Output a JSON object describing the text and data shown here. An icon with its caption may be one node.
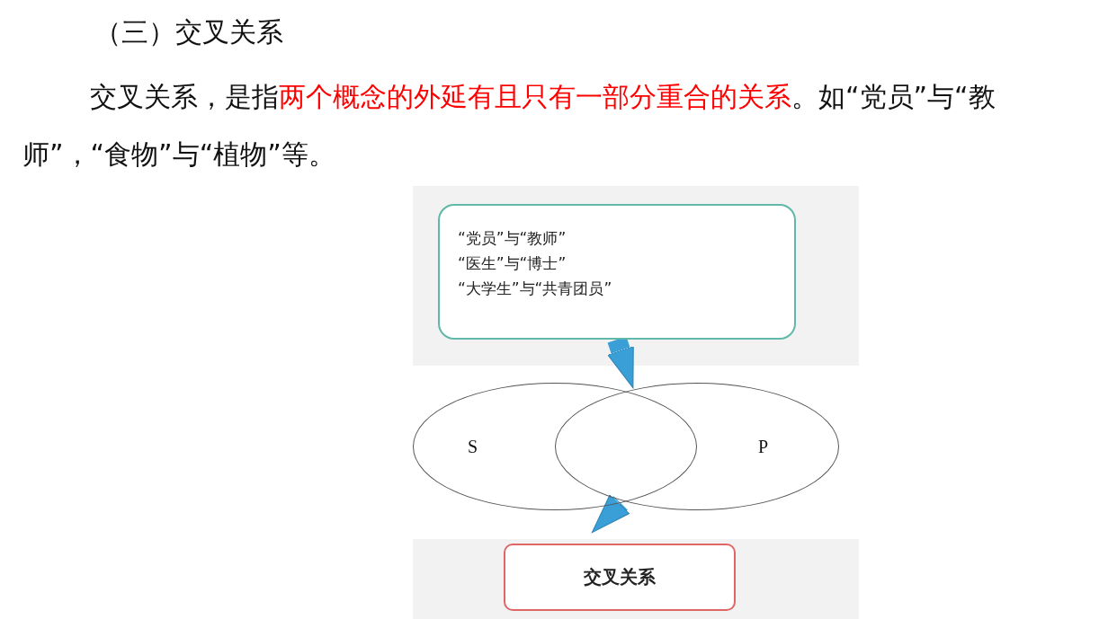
{
  "diagram": {
    "title": "（三）交叉关系",
    "nodes": [
      {
        "text": [
          "“党员”与“教师”",
          "“医生”与“博士”",
          "“大学生”与“共青团员”"
        ]
      },
      {
        "text": [
          "S"
        ]
      },
      {
        "text": [
          "P"
        ]
      },
      {
        "text": [
          "交叉关系"
        ]
      }
    ],
    "edges": [
      {
        "from": 0,
        "to": 1,
        "arrow": "to"
      },
      {
        "from": 1,
        "to": 3,
        "arrow": "to"
      }
    ],
    "labels": [
      "交叉关系，是指**两个概念的外延有且只有一部分重合的关系**。如“党员”与“教师”，“食物”与“植物”等。"
    ]
  }
}
